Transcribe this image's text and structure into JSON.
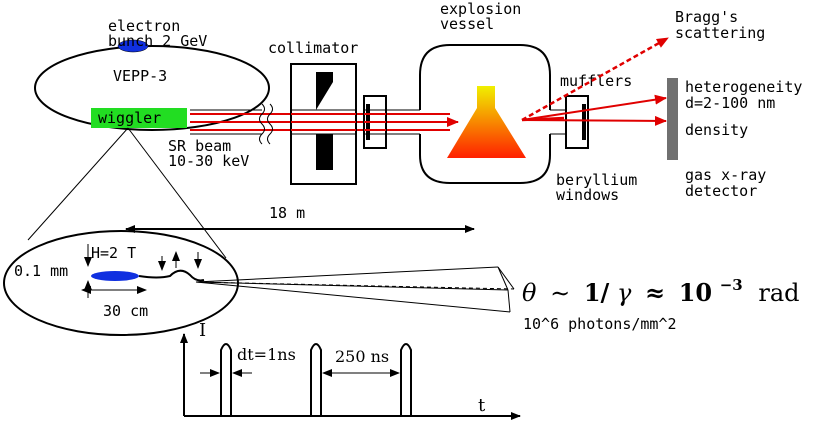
{
  "colors": {
    "beam": "#e00000",
    "wiggler": "#22dd22",
    "electron_bunch": "#1030e0",
    "detector": "#707070",
    "flame_top": "#f0f000",
    "flame_bottom": "#ff2000"
  },
  "labels": {
    "electron_bunch": [
      "electron",
      "bunch 2 GeV"
    ],
    "ring": "VEPP-3",
    "wiggler": "wiggler",
    "sr_beam": [
      "SR beam",
      "10-30 keV"
    ],
    "collimator": "collimator",
    "explosion_vessel": [
      "explosion",
      "vessel"
    ],
    "mufflers": "mufflers",
    "beryllium_windows": [
      "beryllium",
      "windows"
    ],
    "bragg": [
      "Bragg's",
      "scattering"
    ],
    "heterogeneity": [
      "heterogeneity",
      "d=2-100 nm"
    ],
    "density": "density",
    "detector": [
      "gas x-ray",
      "detector"
    ],
    "distance": "18 m",
    "h_period": "H=2  T",
    "beam_size": "0.1 mm",
    "period_length": "30 cm",
    "angle_formula": {
      "theta": "θ",
      "sim": "∼",
      "one_over_gamma": "1/",
      "gamma": "γ",
      "approx": "≈",
      "power": "10",
      "exponent": "−3",
      "unit": "rad"
    },
    "photons": "10^6 photons/mm^2",
    "axis_i": "I",
    "axis_t": "t",
    "pulse_width": "dt=1ns",
    "pulse_spacing": "250 ns"
  }
}
